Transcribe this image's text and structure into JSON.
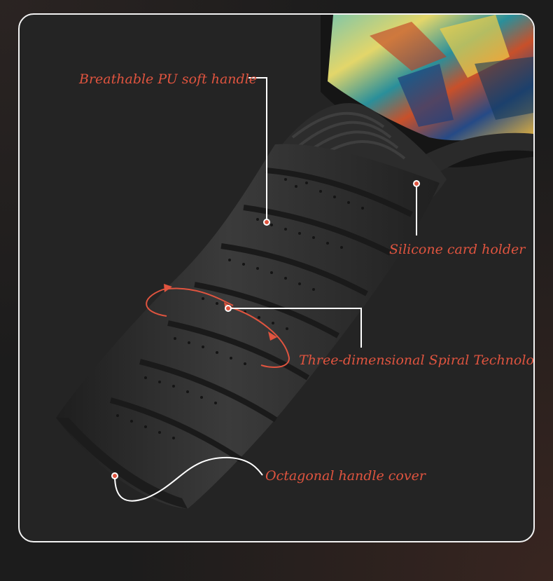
{
  "callouts": {
    "handle": "Breathable PU soft handle",
    "holder": "Silicone card holder",
    "spiral": "Three-dimensional Spiral Technology",
    "cover": "Octagonal handle cover"
  },
  "colors": {
    "accent": "#e0543f",
    "leader_line": "#ffffff",
    "frame_border": "#f2f2f2",
    "background": "#1c1c1c",
    "grip": "#2f2f2f"
  },
  "icons": {
    "spiral_marker": "curved-double-arrow-icon",
    "point_marker": "callout-dot-icon"
  }
}
